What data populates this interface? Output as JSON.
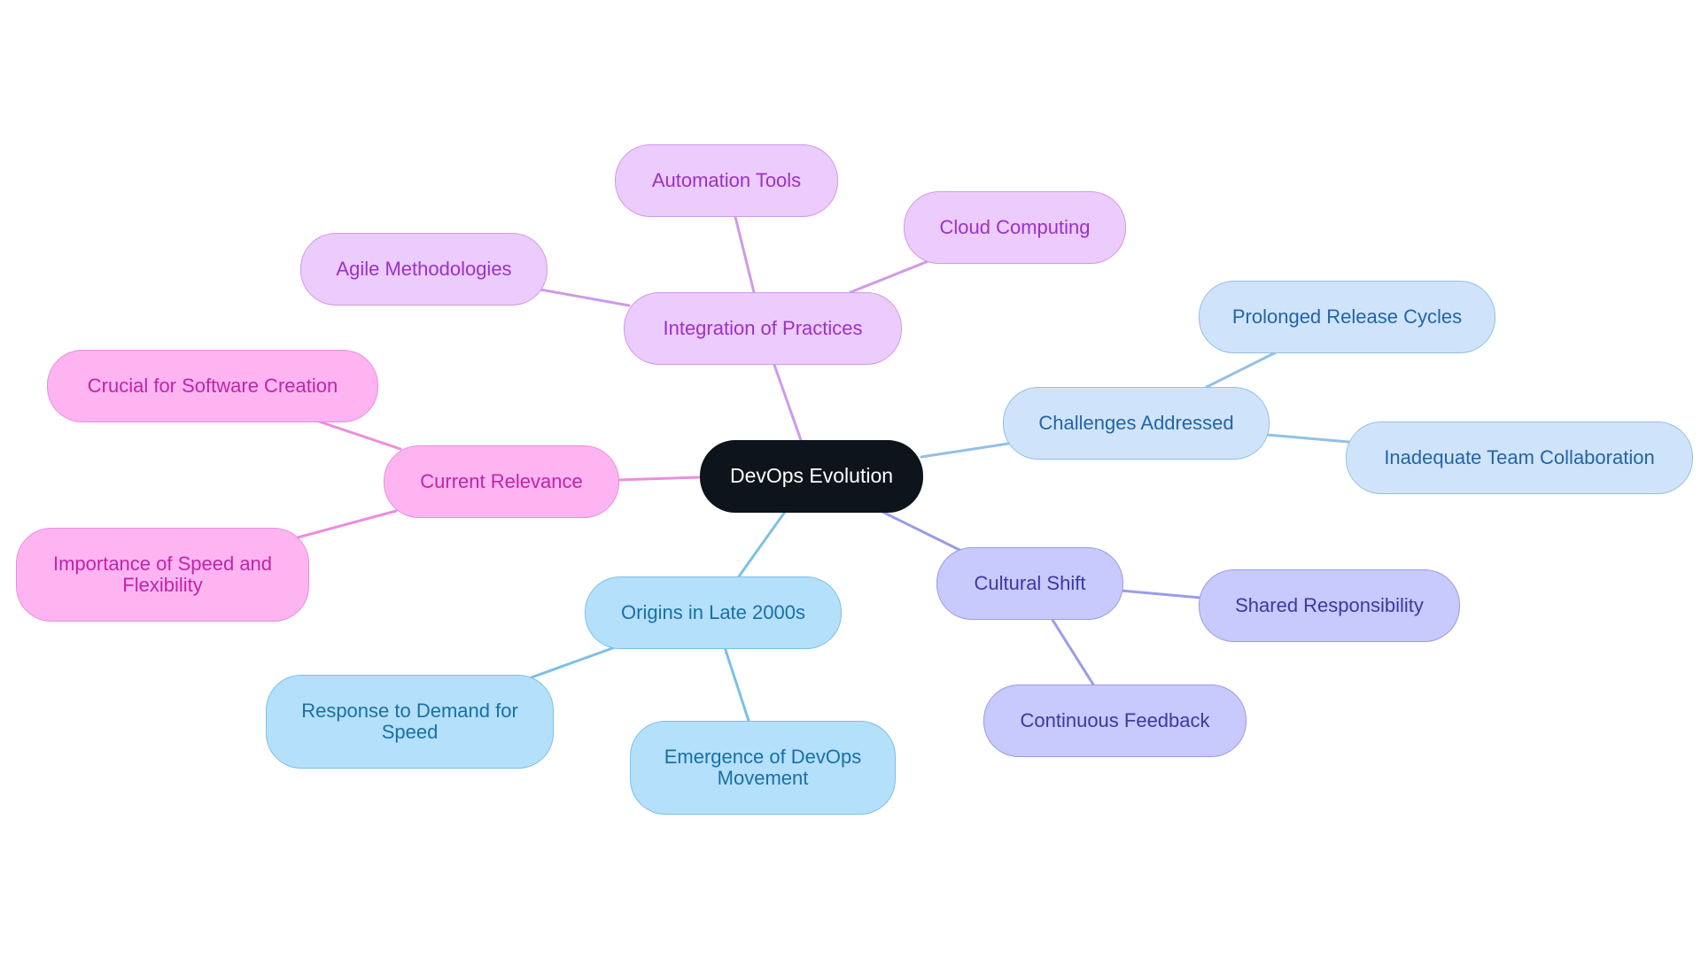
{
  "diagram": {
    "root": {
      "label": "DevOps Evolution"
    },
    "branches": {
      "integration": {
        "label": "Integration of Practices",
        "color": "#cf9ae9",
        "children": [
          "Automation Tools",
          "Cloud Computing",
          "Agile Methodologies"
        ]
      },
      "challenges": {
        "label": "Challenges Addressed",
        "color": "#93bfe6",
        "children": [
          "Prolonged Release Cycles",
          "Inadequate Team Collaboration"
        ]
      },
      "cultural": {
        "label": "Cultural Shift",
        "color": "#9a9ce6",
        "children": [
          "Shared Responsibility",
          "Continuous Feedback"
        ]
      },
      "origins": {
        "label": "Origins in Late 2000s",
        "color": "#7cc0e6",
        "children": [
          "Response to Demand for Speed",
          "Emergence of DevOps Movement"
        ]
      },
      "relevance": {
        "label": "Current Relevance",
        "color": "#ec8ddc",
        "children": [
          "Crucial for Software Creation",
          "Importance of Speed and Flexibility"
        ]
      }
    }
  }
}
